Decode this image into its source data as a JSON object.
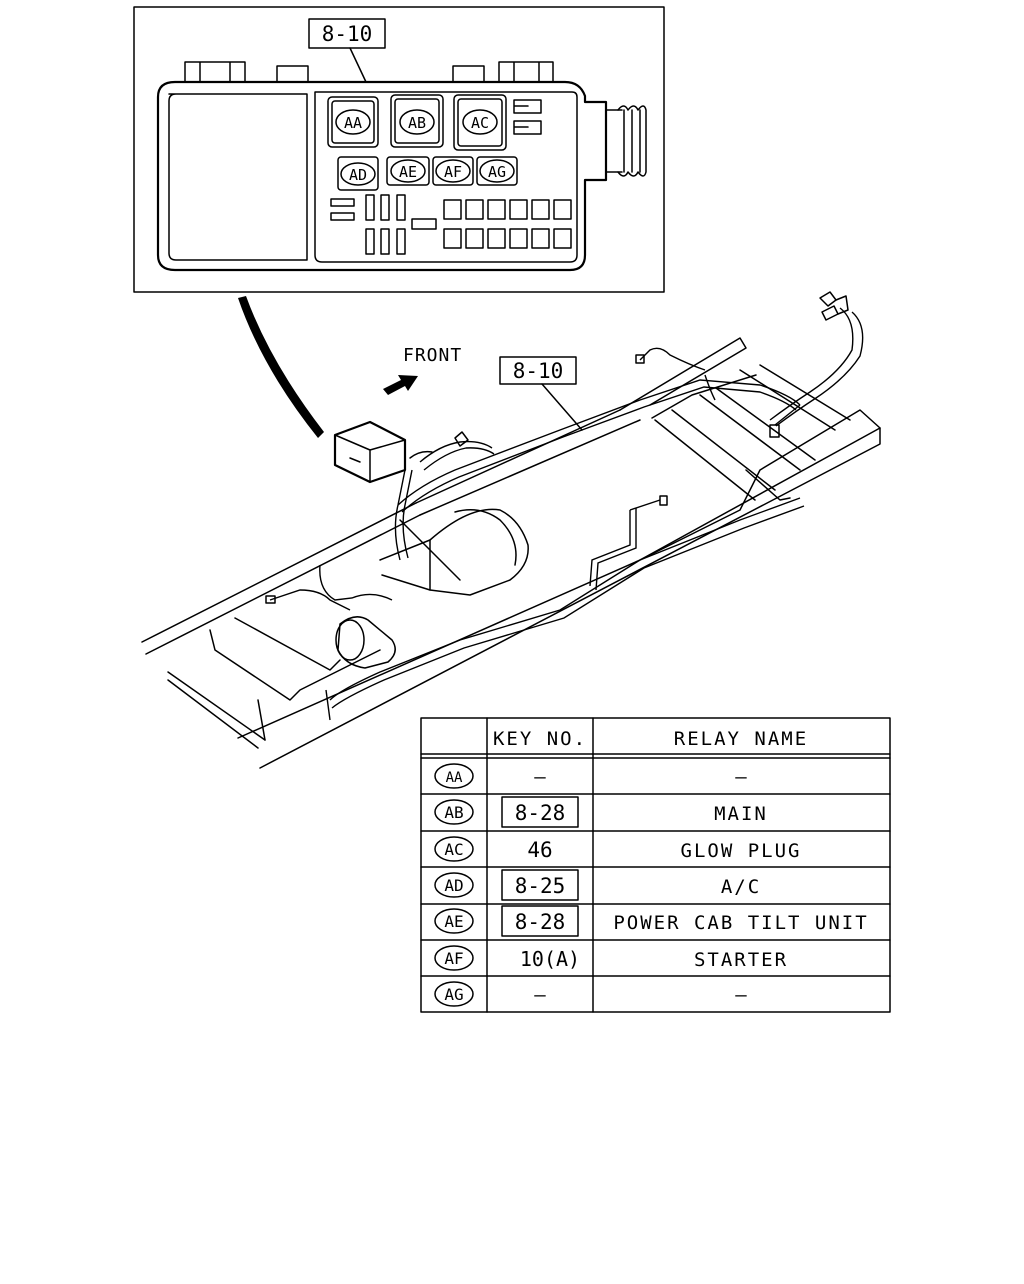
{
  "inset": {
    "callout": "8-10",
    "relays": {
      "aa": "AA",
      "ab": "AB",
      "ac": "AC",
      "ad": "AD",
      "ae": "AE",
      "af": "AF",
      "ag": "AG"
    }
  },
  "main_view": {
    "direction_label": "FRONT",
    "callout": "8-10"
  },
  "relay_table": {
    "headers": {
      "key_no": "KEY NO.",
      "relay_name": "RELAY NAME"
    },
    "rows": [
      {
        "code": "AA",
        "key_no": "—",
        "key_boxed": false,
        "relay_name": "—"
      },
      {
        "code": "AB",
        "key_no": "8-28",
        "key_boxed": true,
        "relay_name": "MAIN"
      },
      {
        "code": "AC",
        "key_no": "46",
        "key_boxed": false,
        "relay_name": "GLOW PLUG"
      },
      {
        "code": "AD",
        "key_no": "8-25",
        "key_boxed": true,
        "relay_name": "A/C"
      },
      {
        "code": "AE",
        "key_no": "8-28",
        "key_boxed": true,
        "relay_name": "POWER CAB TILT UNIT"
      },
      {
        "code": "AF",
        "key_no": "10(A)",
        "key_boxed": false,
        "relay_name": "STARTER"
      },
      {
        "code": "AG",
        "key_no": "—",
        "key_boxed": false,
        "relay_name": "—"
      }
    ]
  }
}
